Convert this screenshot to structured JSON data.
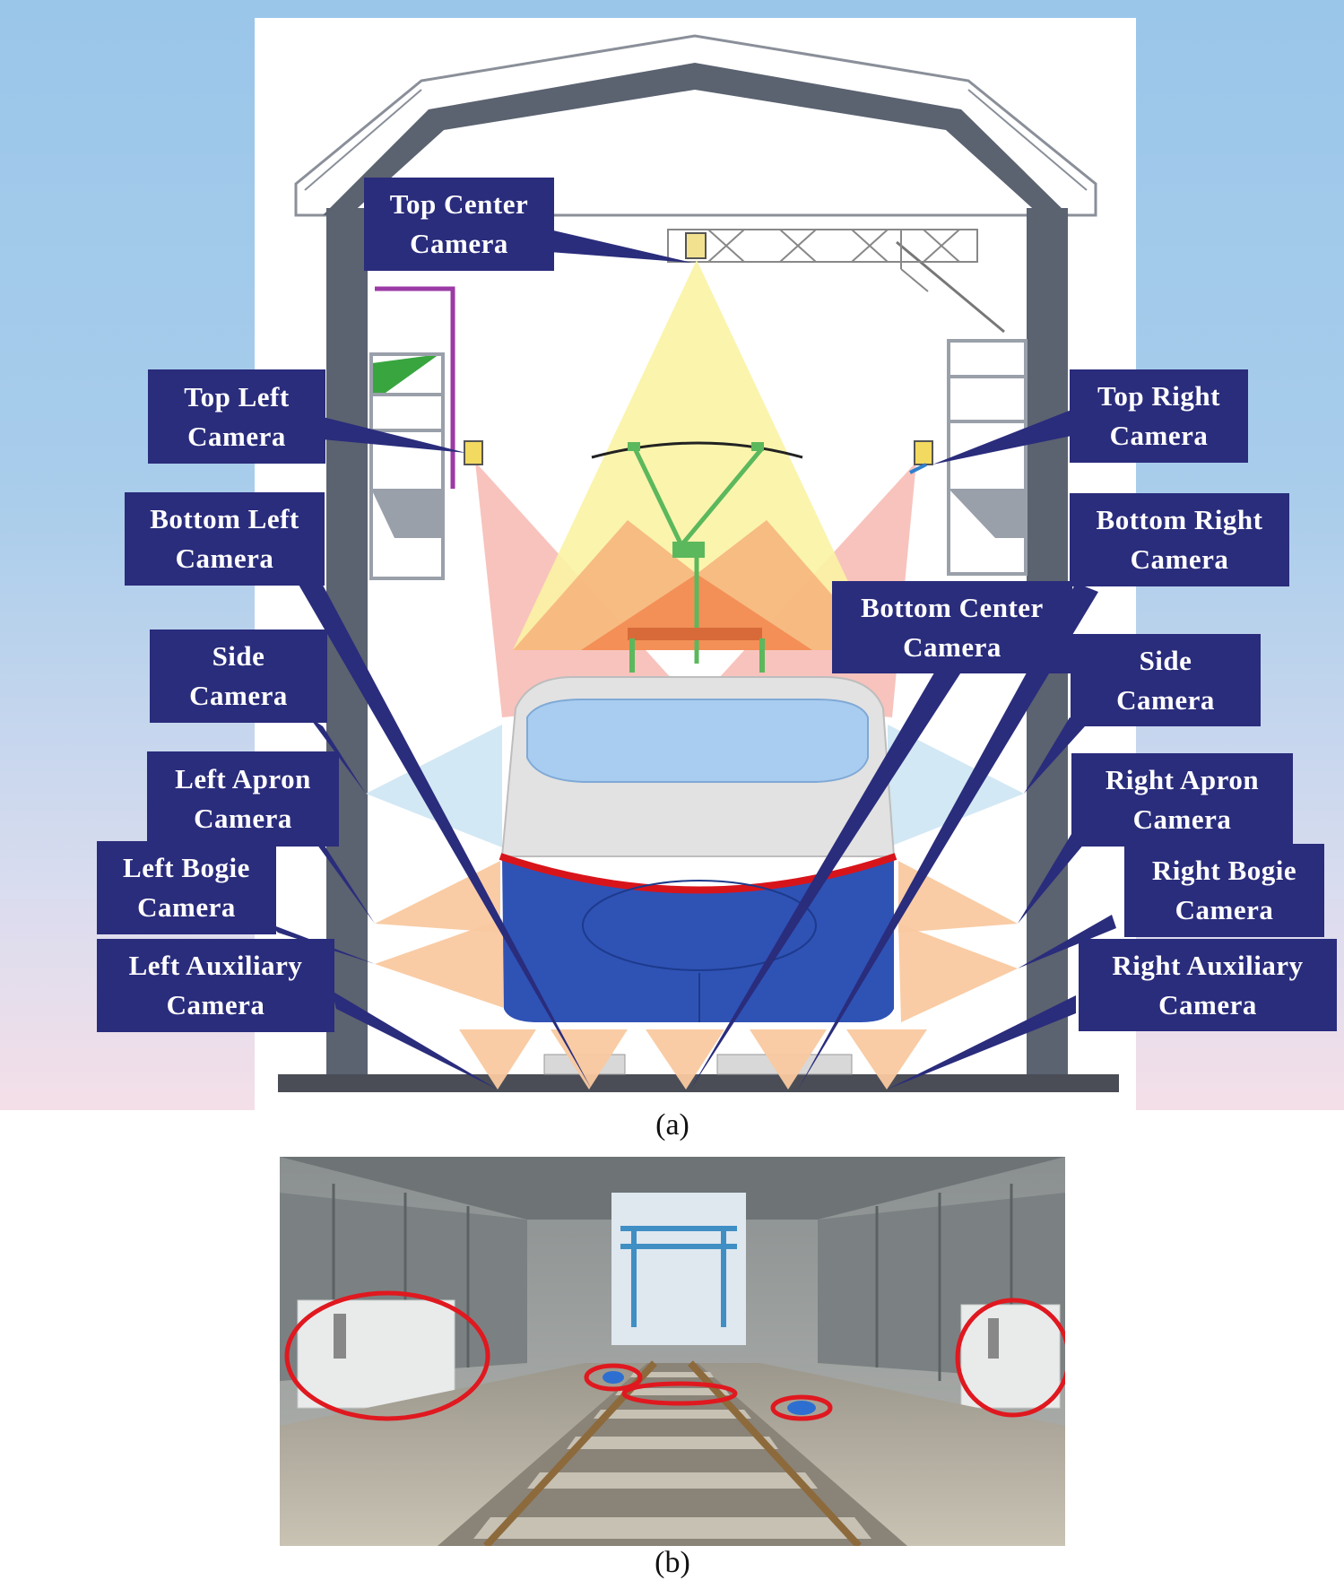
{
  "labels": {
    "top_center": [
      "Top Center",
      "Camera"
    ],
    "top_left": [
      "Top Left",
      "Camera"
    ],
    "top_right": [
      "Top Right",
      "Camera"
    ],
    "bottom_left": [
      "Bottom Left",
      "Camera"
    ],
    "bottom_right": [
      "Bottom Right",
      "Camera"
    ],
    "bottom_center": [
      "Bottom Center",
      "Camera"
    ],
    "side_left": [
      "Side",
      "Camera"
    ],
    "side_right": [
      "Side",
      "Camera"
    ],
    "left_apron": [
      "Left Apron",
      "Camera"
    ],
    "right_apron": [
      "Right Apron",
      "Camera"
    ],
    "left_bogie": [
      "Left Bogie",
      "Camera"
    ],
    "right_bogie": [
      "Right Bogie",
      "Camera"
    ],
    "left_auxiliary": [
      "Left Auxiliary",
      "Camera"
    ],
    "right_auxiliary": [
      "Right Auxiliary",
      "Camera"
    ]
  },
  "captions": {
    "a": "(a)",
    "b": "(b)"
  },
  "colors": {
    "label_bg": "#2a2c7c",
    "label_text": "#ffffff",
    "pointer": "#2a2c7c",
    "top_center_fov": "#fbf3a4",
    "top_side_fov": "#f6b4ad",
    "pantograph_fov": "#f28b52",
    "side_fov": "#cde6f3",
    "apron_bogie_fov": "#f9c9a0",
    "train_body": "#e2e2e2",
    "train_window": "#a9cdf0",
    "train_skirt": "#2f52b5",
    "train_stripe": "#d8141b",
    "frame_steel": "#5b6270",
    "highlight_ring": "#e0181f"
  }
}
